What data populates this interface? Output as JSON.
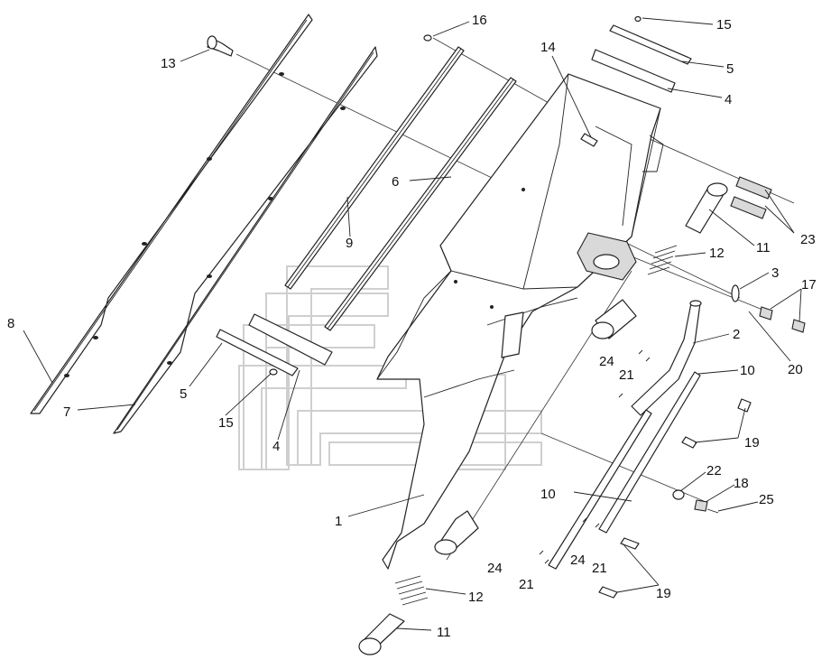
{
  "diagram": {
    "callouts": [
      {
        "id": "c1",
        "text": "1"
      },
      {
        "id": "c2",
        "text": "2"
      },
      {
        "id": "c3",
        "text": "3"
      },
      {
        "id": "c4a",
        "text": "4"
      },
      {
        "id": "c4b",
        "text": "4"
      },
      {
        "id": "c5a",
        "text": "5"
      },
      {
        "id": "c5b",
        "text": "5"
      },
      {
        "id": "c6",
        "text": "6"
      },
      {
        "id": "c7",
        "text": "7"
      },
      {
        "id": "c8",
        "text": "8"
      },
      {
        "id": "c9",
        "text": "9"
      },
      {
        "id": "c10a",
        "text": "10"
      },
      {
        "id": "c10b",
        "text": "10"
      },
      {
        "id": "c11a",
        "text": "11"
      },
      {
        "id": "c11b",
        "text": "11"
      },
      {
        "id": "c12a",
        "text": "12"
      },
      {
        "id": "c12b",
        "text": "12"
      },
      {
        "id": "c13",
        "text": "13"
      },
      {
        "id": "c14",
        "text": "14"
      },
      {
        "id": "c15a",
        "text": "15"
      },
      {
        "id": "c15b",
        "text": "15"
      },
      {
        "id": "c16",
        "text": "16"
      },
      {
        "id": "c17",
        "text": "17"
      },
      {
        "id": "c18",
        "text": "18"
      },
      {
        "id": "c19a",
        "text": "19"
      },
      {
        "id": "c19b",
        "text": "19"
      },
      {
        "id": "c20",
        "text": "20"
      },
      {
        "id": "c21a",
        "text": "21"
      },
      {
        "id": "c21b",
        "text": "21"
      },
      {
        "id": "c21c",
        "text": "21"
      },
      {
        "id": "c22",
        "text": "22"
      },
      {
        "id": "c23",
        "text": "23"
      },
      {
        "id": "c24a",
        "text": "24"
      },
      {
        "id": "c24b",
        "text": "24"
      },
      {
        "id": "c24c",
        "text": "24"
      },
      {
        "id": "c25",
        "text": "25"
      }
    ]
  }
}
